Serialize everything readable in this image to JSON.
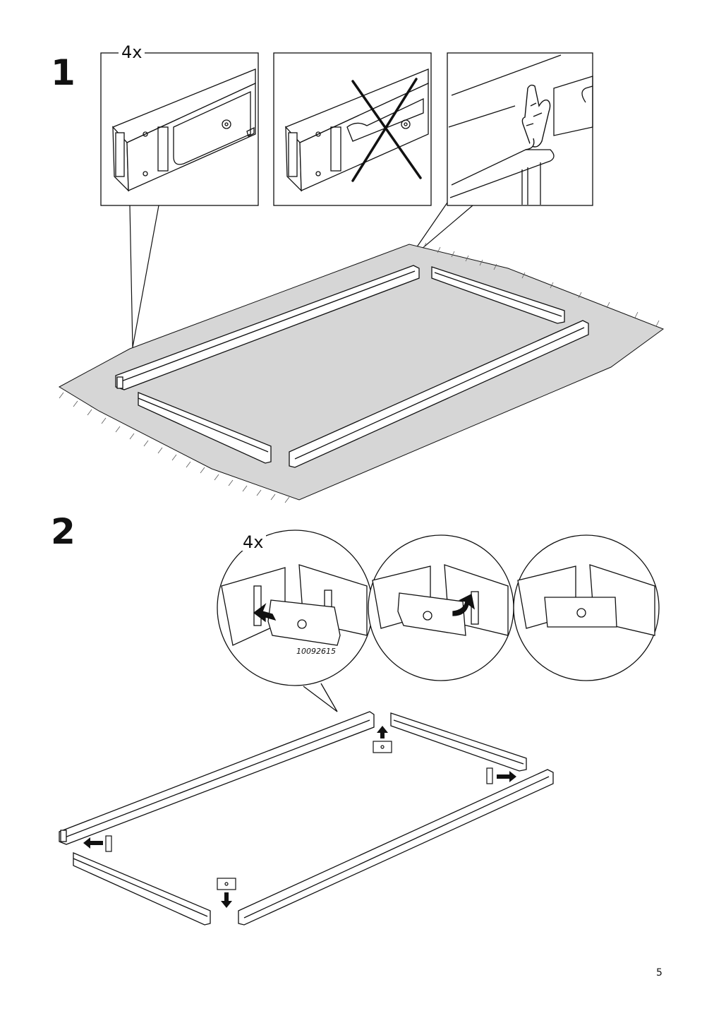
{
  "step1": {
    "number": "1",
    "count": "4x"
  },
  "step2": {
    "number": "2",
    "count": "4x",
    "part_number": "10092615"
  },
  "page_number": "5",
  "icons": [
    "hand-pointer-icon",
    "forbidden-cross-icon",
    "arrow-icon"
  ]
}
